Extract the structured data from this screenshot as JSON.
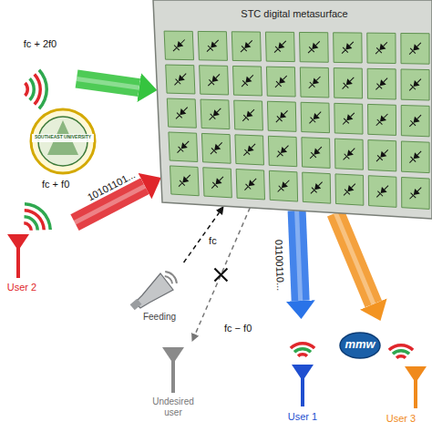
{
  "diagram": {
    "nodes": [
      {
        "text": [
          "STC digital metasurface"
        ]
      },
      {
        "text": [
          "fc + 2f0"
        ]
      },
      {
        "text": [
          "User 2"
        ]
      },
      {
        "text": [
          "Feeding"
        ]
      },
      {
        "text": [
          "Undesired user"
        ]
      },
      {
        "text": [
          "User 1"
        ]
      },
      {
        "text": [
          "User 3"
        ]
      }
    ],
    "edges": [
      {
        "from": 1,
        "to": 0,
        "arrow": "to"
      },
      {
        "from": 2,
        "to": 0,
        "arrow": "to",
        "label": "10101101..."
      },
      {
        "from": 3,
        "to": 0,
        "arrow": "to",
        "label": "fc"
      },
      {
        "from": 0,
        "to": 4,
        "arrow": "to"
      },
      {
        "from": 0,
        "to": 5,
        "arrow": "to",
        "label": "01100110..."
      },
      {
        "from": 0,
        "to": 6,
        "arrow": "to"
      }
    ],
    "labels": [
      "fc + f0",
      "fc − f0",
      "SOUTHEAST UNIVERSITY",
      "mmw"
    ]
  }
}
